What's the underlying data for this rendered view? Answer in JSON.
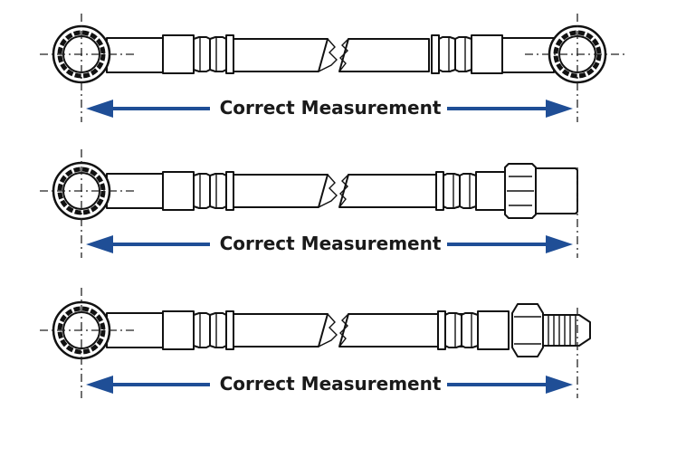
{
  "rows": [
    {
      "label": "Correct Measurement",
      "left_end": "banjo",
      "right_end": "banjo"
    },
    {
      "label": "Correct Measurement",
      "left_end": "banjo",
      "right_end": "female-swivel-nut"
    },
    {
      "label": "Correct Measurement",
      "left_end": "banjo",
      "right_end": "male-flare"
    }
  ],
  "colors": {
    "arrow": "#1f4e96",
    "line": "#111111",
    "text": "#1a1a1a"
  }
}
